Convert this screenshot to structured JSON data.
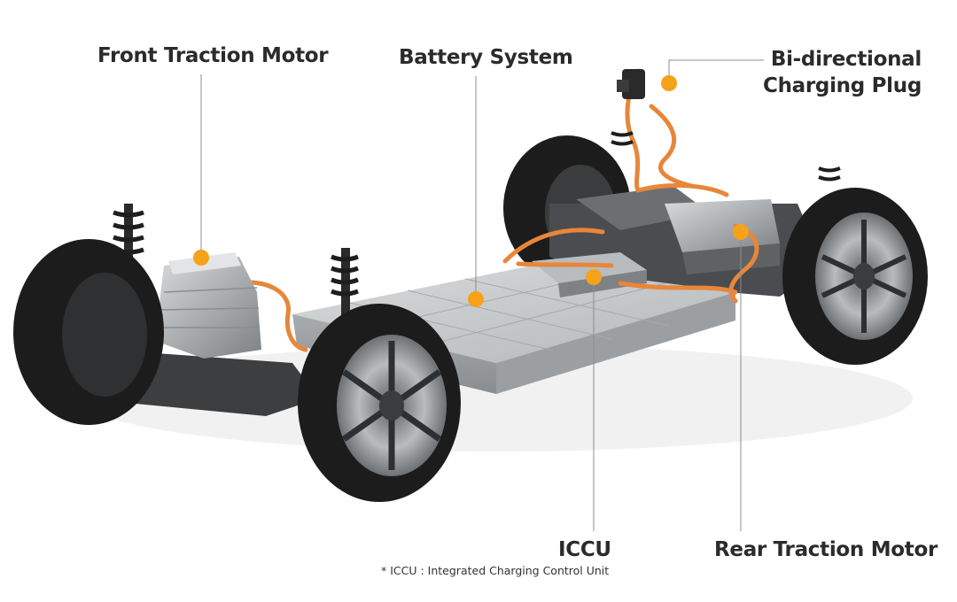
{
  "labels": {
    "front_traction_motor": "Front Traction Motor",
    "battery_system": "Battery System",
    "bidirectional_line1": "Bi-directional",
    "bidirectional_line2": "Charging Plug",
    "iccu": "ICCU",
    "rear_traction_motor": "Rear Traction Motor"
  },
  "footnote": "* ICCU : Integrated Charging Control Unit",
  "colors": {
    "marker": "#f6a21a",
    "cable": "#e8863a",
    "battery": "#c9ccce",
    "tire": "#1c1c1c",
    "label_text": "#2b2b2b"
  }
}
